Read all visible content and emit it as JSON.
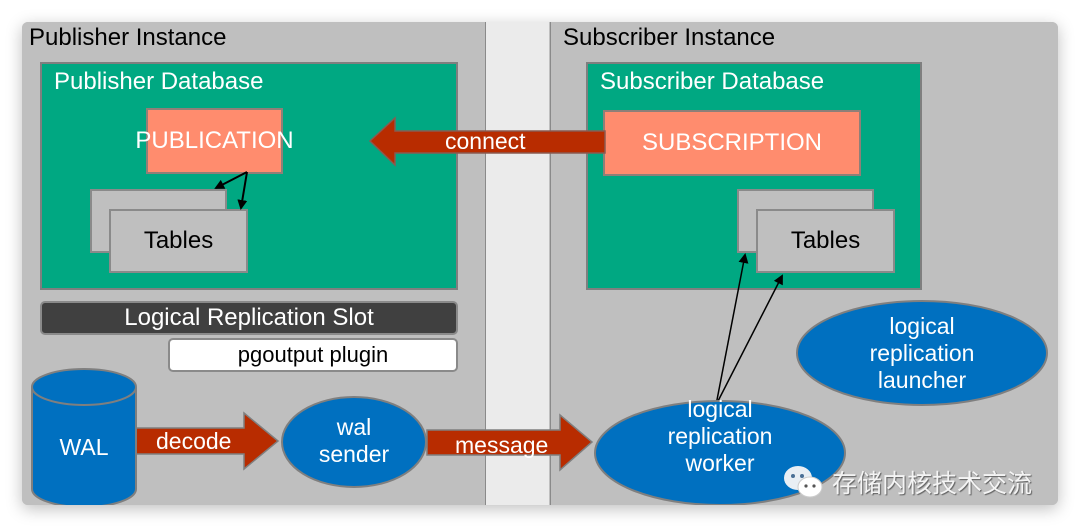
{
  "publisher": {
    "instance_title": "Publisher Instance",
    "database_title": "Publisher Database",
    "publication_label": "PUBLICATION",
    "tables_label": "Tables",
    "slot_label": "Logical Replication Slot",
    "plugin_label": "pgoutput plugin",
    "wal_label": "WAL",
    "wal_sender_label": "wal\nsender"
  },
  "subscriber": {
    "instance_title": "Subscriber Instance",
    "database_title": "Subscriber Database",
    "subscription_label": "SUBSCRIPTION",
    "tables_label": "Tables",
    "worker_label": "logical\nreplication\nworker",
    "launcher_label": "logical\nreplication\nlauncher"
  },
  "arrows": {
    "connect": "connect",
    "decode": "decode",
    "message": "message"
  },
  "watermark": {
    "icon": "wechat-icon",
    "text": "存储内核技术交流"
  },
  "colors": {
    "instance_bg": "#bfbfbf",
    "database_bg": "#00a882",
    "salmon_box": "#ff8c6e",
    "arrow_red": "#b82c00",
    "process_blue": "#0070c0",
    "slot_dark": "#404040"
  }
}
